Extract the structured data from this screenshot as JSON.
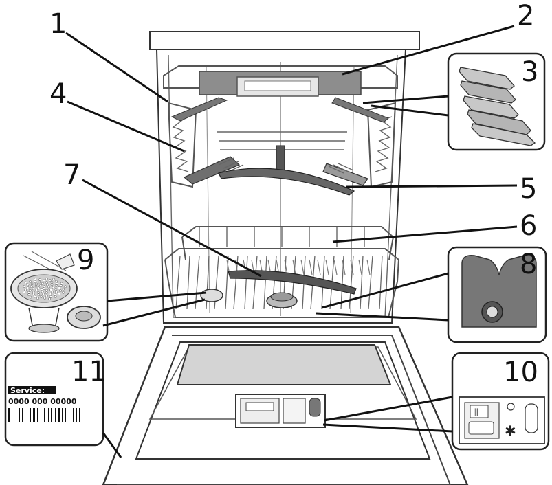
{
  "callouts": [
    {
      "id": "1",
      "label": "1"
    },
    {
      "id": "2",
      "label": "2"
    },
    {
      "id": "3",
      "label": "3"
    },
    {
      "id": "4",
      "label": "4"
    },
    {
      "id": "5",
      "label": "5"
    },
    {
      "id": "6",
      "label": "6"
    },
    {
      "id": "7",
      "label": "7"
    },
    {
      "id": "8",
      "label": "8"
    },
    {
      "id": "9",
      "label": "9"
    },
    {
      "id": "10",
      "label": "10"
    },
    {
      "id": "11",
      "label": "11"
    }
  ],
  "service_label": {
    "title": "Service:",
    "number": "0000 000 00000"
  },
  "colors": {
    "line": "#111111",
    "rack": "#555555",
    "part_dark": "#666666",
    "part_light": "#cfcfcf"
  }
}
